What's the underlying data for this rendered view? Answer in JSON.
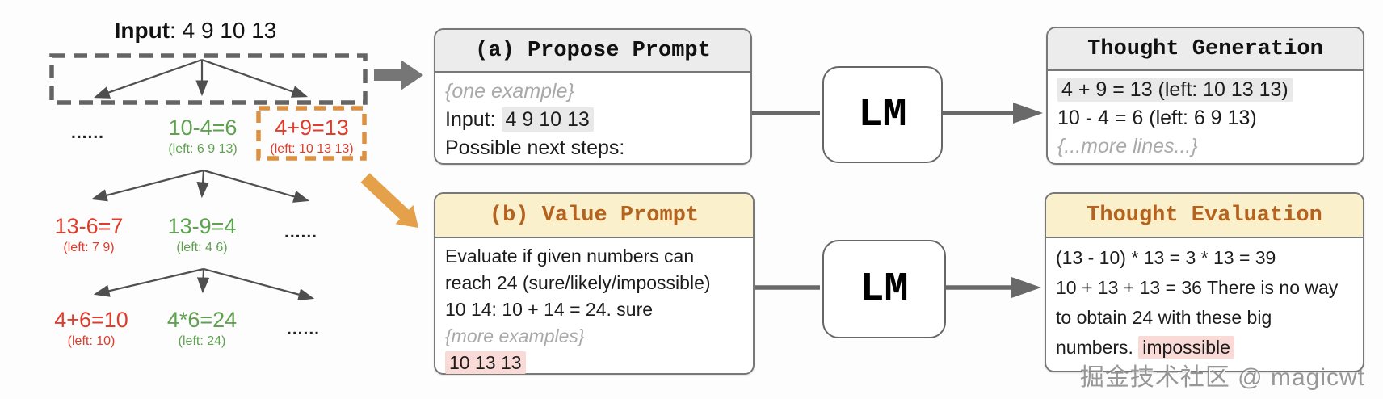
{
  "tree": {
    "input_label": "Input",
    "input_value": ": 4 9 10 13",
    "dots1": "......",
    "dots2": "......",
    "dots3": "......",
    "nodes": {
      "n1": {
        "eq": "10-4=6",
        "left": "(left: 6 9 13)"
      },
      "n2": {
        "eq": "4+9=13",
        "left": "(left: 10 13 13)"
      },
      "n3": {
        "eq": "13-6=7",
        "left": "(left: 7 9)"
      },
      "n4": {
        "eq": "13-9=4",
        "left": "(left: 4 6)"
      },
      "n5": {
        "eq": "4+6=10",
        "left": "(left: 10)"
      },
      "n6": {
        "eq": "4*6=24",
        "left": "(left: 24)"
      }
    }
  },
  "propose": {
    "title": "(a) Propose Prompt",
    "line1": "{one example}",
    "line2_prefix": "Input: ",
    "line2_highlight": "4 9 10 13",
    "line3": "Possible next steps:"
  },
  "lm_top": "LM",
  "lm_bottom": "LM",
  "thought_generation": {
    "title": "Thought Generation",
    "line1": "4 + 9 = 13 (left: 10 13 13)",
    "line2": "10 - 4 = 6 (left: 6 9 13)",
    "line3": "{...more lines...}"
  },
  "value": {
    "title": "(b) Value Prompt",
    "line1": "Evaluate if given numbers can",
    "line2": "reach 24 (sure/likely/impossible)",
    "line3": "10 14: 10 + 14 = 24. sure",
    "line4": "{more examples}",
    "line5": "10 13 13"
  },
  "thought_evaluation": {
    "title": "Thought Evaluation",
    "line1": "(13 - 10) * 13 = 3 * 13 = 39",
    "line2": "10 + 13 + 13 = 36 There is no way",
    "line3": "to obtain 24 with these big",
    "line4_prefix": "numbers. ",
    "line4_highlight": "impossible"
  },
  "watermark": "掘金技术社区 @ magicwt",
  "colors": {
    "node_green": "#5ea14f",
    "node_red": "#e13b2b",
    "selected_dashed_orange": "#dd9040",
    "scope_dashed_gray": "#646464",
    "header_gray_bg": "#ececec",
    "header_cream_bg": "#faf0cc",
    "header_cream_text": "#b4621d",
    "highlight_gray": "#e9e9e9",
    "highlight_pink": "#f9dad6",
    "connector_gray": "#696969",
    "orange_arrow": "#e5a04a"
  }
}
